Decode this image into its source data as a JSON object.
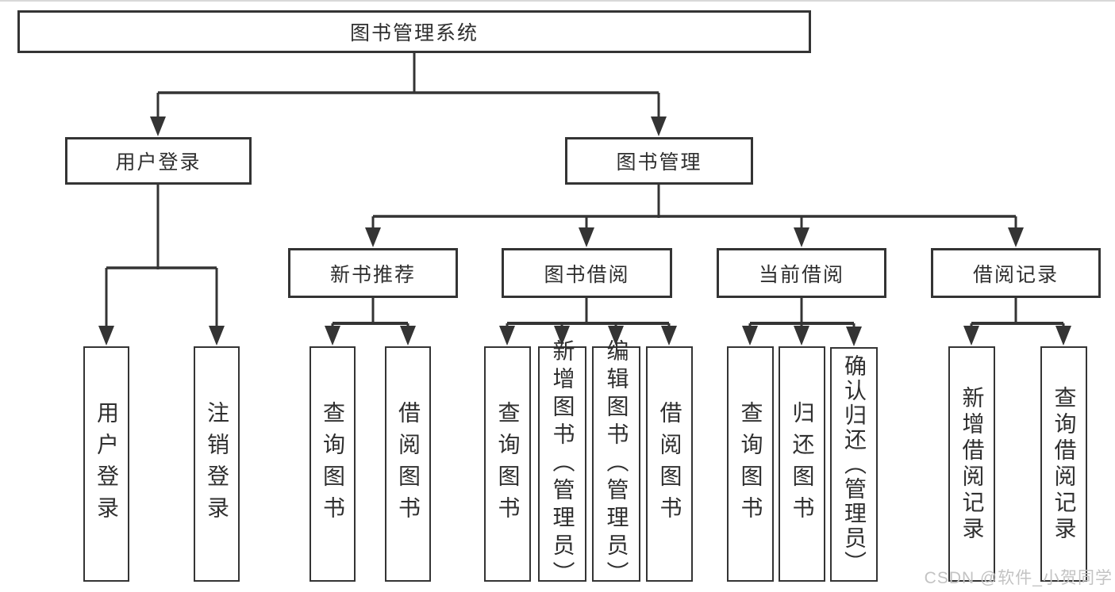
{
  "diagram": {
    "title": "图书管理系统",
    "type": "functional-structure-tree",
    "hierarchy": [
      {
        "parent": "图书管理系统",
        "children": [
          "用户登录",
          "图书管理"
        ]
      },
      {
        "parent": "用户登录",
        "children": [
          "用户登录",
          "注销登录"
        ]
      },
      {
        "parent": "图书管理",
        "children": [
          "新书推荐",
          "图书借阅",
          "当前借阅",
          "借阅记录"
        ]
      },
      {
        "parent": "新书推荐",
        "children": [
          "查询图书",
          "借阅图书"
        ]
      },
      {
        "parent": "图书借阅",
        "children": [
          "查询图书",
          "新增图书（管理员）",
          "编辑图书（管理员）",
          "借阅图书"
        ]
      },
      {
        "parent": "当前借阅",
        "children": [
          "查询图书",
          "归还图书",
          "确认归还（管理员）"
        ]
      },
      {
        "parent": "借阅记录",
        "children": [
          "新增借阅记录",
          "查询借阅记录"
        ]
      }
    ]
  },
  "nodes": {
    "root": {
      "label": "图书管理系统"
    },
    "user_login": {
      "label": "用户登录"
    },
    "book_mgmt": {
      "label": "图书管理"
    },
    "ul_login": {
      "label": "用户登录"
    },
    "ul_logout": {
      "label": "注销登录"
    },
    "new_rec": {
      "label": "新书推荐"
    },
    "borrow": {
      "label": "图书借阅"
    },
    "current": {
      "label": "当前借阅"
    },
    "records": {
      "label": "借阅记录"
    },
    "nr_query": {
      "label": "查询图书"
    },
    "nr_borrow": {
      "label": "借阅图书"
    },
    "bw_query": {
      "label": "查询图书"
    },
    "bw_add": {
      "label": "新增图书（管理员）"
    },
    "bw_edit": {
      "label": "编辑图书（管理员）"
    },
    "bw_borrow": {
      "label": "借阅图书"
    },
    "cu_query": {
      "label": "查询图书"
    },
    "cu_return": {
      "label": "归还图书"
    },
    "cu_confirm": {
      "label": "确认归还（管理员）"
    },
    "rc_add": {
      "label": "新增借阅记录"
    },
    "rc_query": {
      "label": "查询借阅记录"
    }
  },
  "watermark": {
    "text": "CSDN @软件_小贺同学"
  },
  "colors": {
    "line": "#343434",
    "text": "#2f2f2f",
    "watermark": "#c3c3c3",
    "background": "#ffffff"
  }
}
